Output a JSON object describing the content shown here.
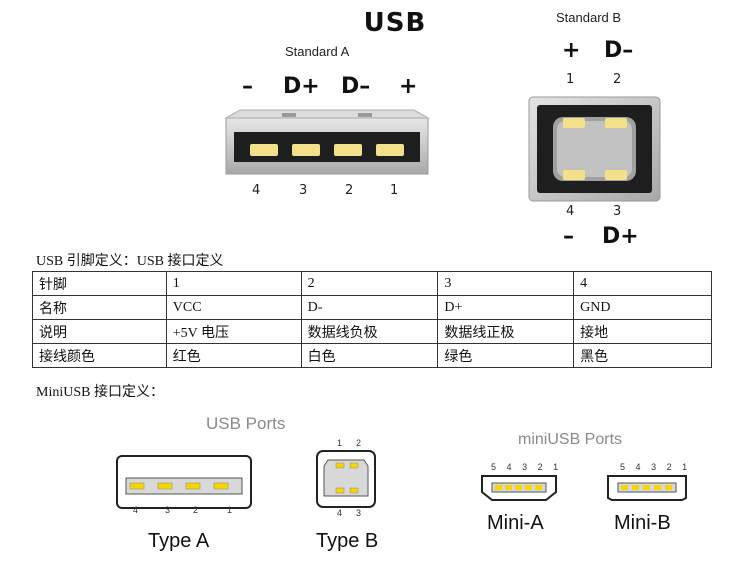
{
  "title": "USB",
  "standard_a": {
    "label": "Standard A",
    "symbols": [
      "–",
      "D+",
      "D–",
      "+"
    ],
    "pins": [
      "4",
      "3",
      "2",
      "1"
    ]
  },
  "standard_b": {
    "label": "Standard B",
    "top_symbols": [
      "+",
      "D–"
    ],
    "top_pins": [
      "1",
      "2"
    ],
    "bottom_pins": [
      "4",
      "3"
    ],
    "bottom_symbols": [
      "–",
      "D+"
    ]
  },
  "table_caption": "USB 引脚定义：USB 接口定义",
  "table": {
    "rows": [
      [
        "针脚",
        "1",
        "2",
        "3",
        "4"
      ],
      [
        "名称",
        "VCC",
        "D-",
        "D+",
        "GND"
      ],
      [
        "说明",
        "+5V 电压",
        "数据线负极",
        "数据线正极",
        "接地"
      ],
      [
        "接线颜色",
        "红色",
        "白色",
        "绿色",
        "黑色"
      ]
    ]
  },
  "mini_caption": "MiniUSB 接口定义：",
  "usb_ports": {
    "heading": "USB Ports",
    "type_a": {
      "label": "Type A",
      "pins": [
        "4",
        "3",
        "2",
        "1"
      ]
    },
    "type_b": {
      "label": "Type B",
      "top_pins": [
        "1",
        "2"
      ],
      "bottom_pins": [
        "4",
        "3"
      ]
    }
  },
  "mini_ports": {
    "heading": "miniUSB Ports",
    "mini_a": {
      "label": "Mini-A",
      "pins": [
        "5",
        "4",
        "3",
        "2",
        "1"
      ]
    },
    "mini_b": {
      "label": "Mini-B",
      "pins": [
        "5",
        "4",
        "3",
        "2",
        "1"
      ]
    }
  },
  "colors": {
    "pin_gold": "#f2e08a",
    "dark": "#1e1e1e",
    "frame_gray": "#b9b9b9",
    "label_gray": "#8a8a8a"
  }
}
